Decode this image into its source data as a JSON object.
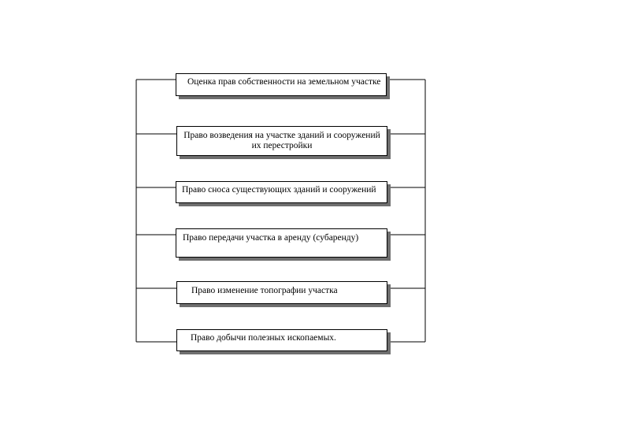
{
  "diagram": {
    "items": [
      {
        "label": "Оценка  прав собственности на земельном участке"
      },
      {
        "label": "Право возведения на участке зданий и сооружений\nих перестройки"
      },
      {
        "label": "Право сноса  существующих зданий и сооружений"
      },
      {
        "label": "Право передачи участка в аренду (субаренду)"
      },
      {
        "label": "Право изменение топографии участка"
      },
      {
        "label": "Право добычи полезных ископаемых."
      }
    ]
  }
}
